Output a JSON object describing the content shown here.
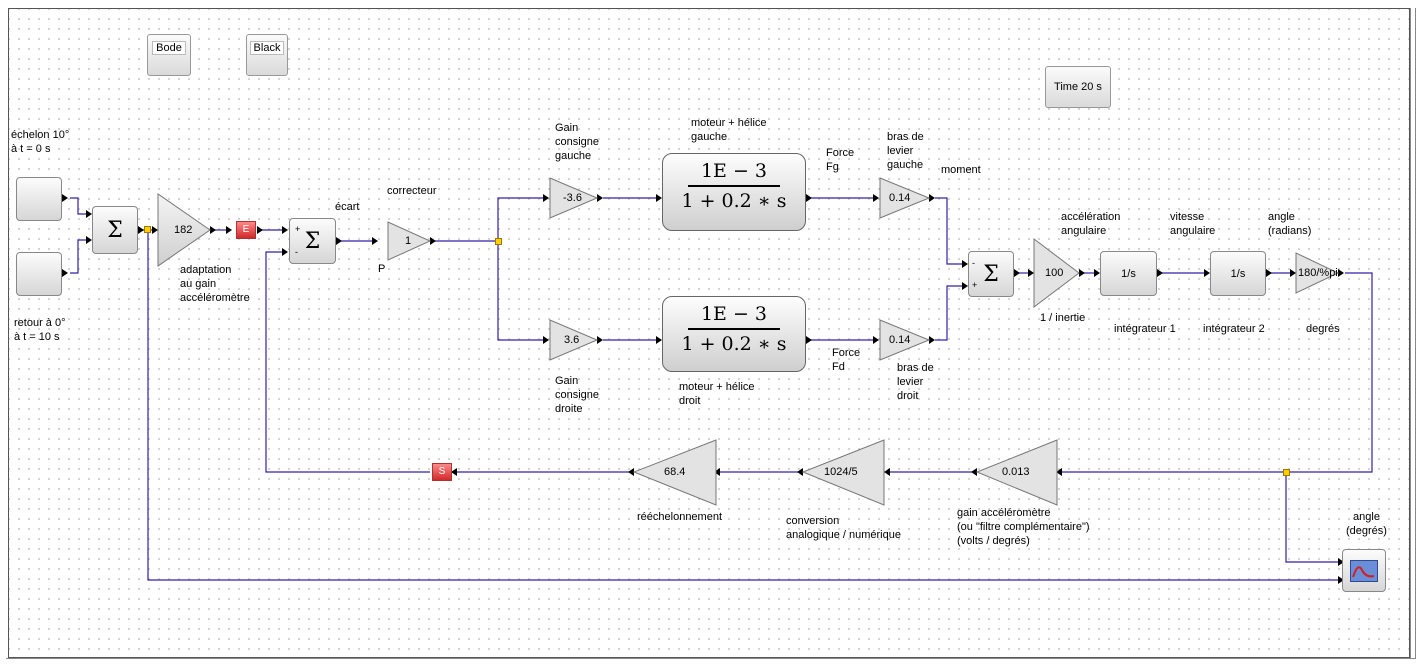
{
  "buttons": {
    "bode": "Bode",
    "black": "Black",
    "time": "Time 20 s"
  },
  "signals": {
    "step1_label": "échelon 10°\nà t = 0 s",
    "step2_label": "retour à 0°\nà t = 10 s",
    "scope_label": "angle\n(degrés)"
  },
  "blocks": {
    "sum1": "Σ",
    "sum2": "Σ",
    "sum3": "Σ",
    "gain_adapt": "182",
    "adapt_label": "adaptation\nau gain\naccéléromètre",
    "tag_e": "E",
    "tag_s": "S",
    "ecart": "écart",
    "correcteur": "correcteur",
    "p": "P",
    "gain_corr": "1",
    "gain_g": "-3.6",
    "gain_g_label": "Gain\nconsigne\ngauche",
    "gain_d": "3.6",
    "gain_d_label": "Gain\nconsigne\ndroite",
    "tf_num": "1E − 3",
    "tf_den": "1 + 0.2 ∗ s",
    "motor_g_label": "moteur + hélice\ngauche",
    "motor_d_label": "moteur + hélice\ndroit",
    "force_g": "Force\nFg",
    "force_d": "Force\nFd",
    "lever_g": "0.14",
    "lever_g_label": "bras de\nlevier\ngauche",
    "lever_d": "0.14",
    "lever_d_label": "bras de\nlevier\ndroit",
    "moment": "moment",
    "inertia": "100",
    "inertia_label": "1 / inertie",
    "accel_label": "accélération\nangulaire",
    "int1": "1/s",
    "int1_label": "intégrateur 1",
    "speed_label": "vitesse\nangulaire",
    "int2": "1/s",
    "int2_label": "intégrateur 2",
    "angle_rad_label": "angle\n(radians)",
    "deg": "180/%pi",
    "deg_label": "degrés",
    "gain_acc": "0.013",
    "gain_acc_label": "gain accéléromètre\n(ou \"filtre complémentaire\")\n(volts / degrés)",
    "can": "1024/5",
    "can_label": "conversion\nanalogique / numérique",
    "resc": "68.4",
    "resc_label": "rééchelonnement"
  },
  "colors": {
    "wire": "#3320a8",
    "split": "#ffd000",
    "tag": "#d02a2a"
  }
}
